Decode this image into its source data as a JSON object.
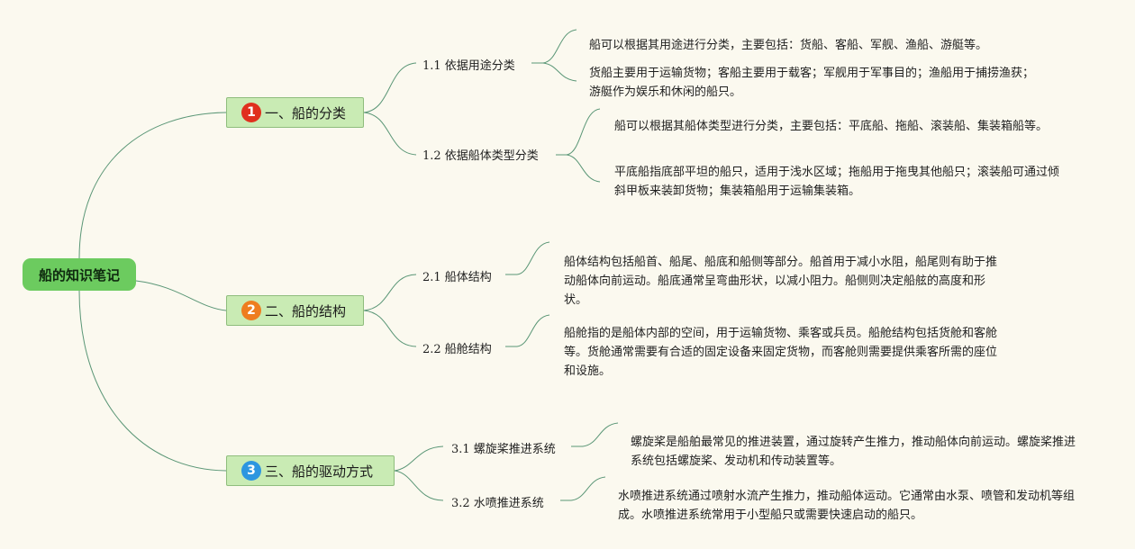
{
  "root": {
    "label": "船的知识笔记"
  },
  "colors": {
    "line": "#5a9676",
    "badge1": "#e0301e",
    "badge2": "#ee7d1f",
    "badge3": "#2d96e0"
  },
  "topics": [
    {
      "badge": "1",
      "label": "一、船的分类",
      "subs": [
        {
          "label": "1.1 依据用途分类",
          "leaves": [
            "船可以根据其用途进行分类，主要包括：货船、客船、军舰、渔船、游艇等。",
            "货船主要用于运输货物；客船主要用于载客；军舰用于军事目的；渔船用于捕捞渔获；游艇作为娱乐和休闲的船只。"
          ]
        },
        {
          "label": "1.2 依据船体类型分类",
          "leaves": [
            "船可以根据其船体类型进行分类，主要包括：平底船、拖船、滚装船、集装箱船等。",
            "平底船指底部平坦的船只，适用于浅水区域；拖船用于拖曳其他船只；滚装船可通过倾斜甲板来装卸货物；集装箱船用于运输集装箱。"
          ]
        }
      ]
    },
    {
      "badge": "2",
      "label": "二、船的结构",
      "subs": [
        {
          "label": "2.1 船体结构",
          "leaves": [
            "船体结构包括船首、船尾、船底和船侧等部分。船首用于减小水阻，船尾则有助于推动船体向前运动。船底通常呈弯曲形状，以减小阻力。船侧则决定船舷的高度和形状。"
          ]
        },
        {
          "label": "2.2 船舱结构",
          "leaves": [
            "船舱指的是船体内部的空间，用于运输货物、乘客或兵员。船舱结构包括货舱和客舱等。货舱通常需要有合适的固定设备来固定货物，而客舱则需要提供乘客所需的座位和设施。"
          ]
        }
      ]
    },
    {
      "badge": "3",
      "label": "三、船的驱动方式",
      "subs": [
        {
          "label": "3.1 螺旋桨推进系统",
          "leaves": [
            "螺旋桨是船舶最常见的推进装置，通过旋转产生推力，推动船体向前运动。螺旋桨推进系统包括螺旋桨、发动机和传动装置等。"
          ]
        },
        {
          "label": "3.2 水喷推进系统",
          "leaves": [
            "水喷推进系统通过喷射水流产生推力，推动船体运动。它通常由水泵、喷管和发动机等组成。水喷推进系统常用于小型船只或需要快速启动的船只。"
          ]
        }
      ]
    }
  ]
}
